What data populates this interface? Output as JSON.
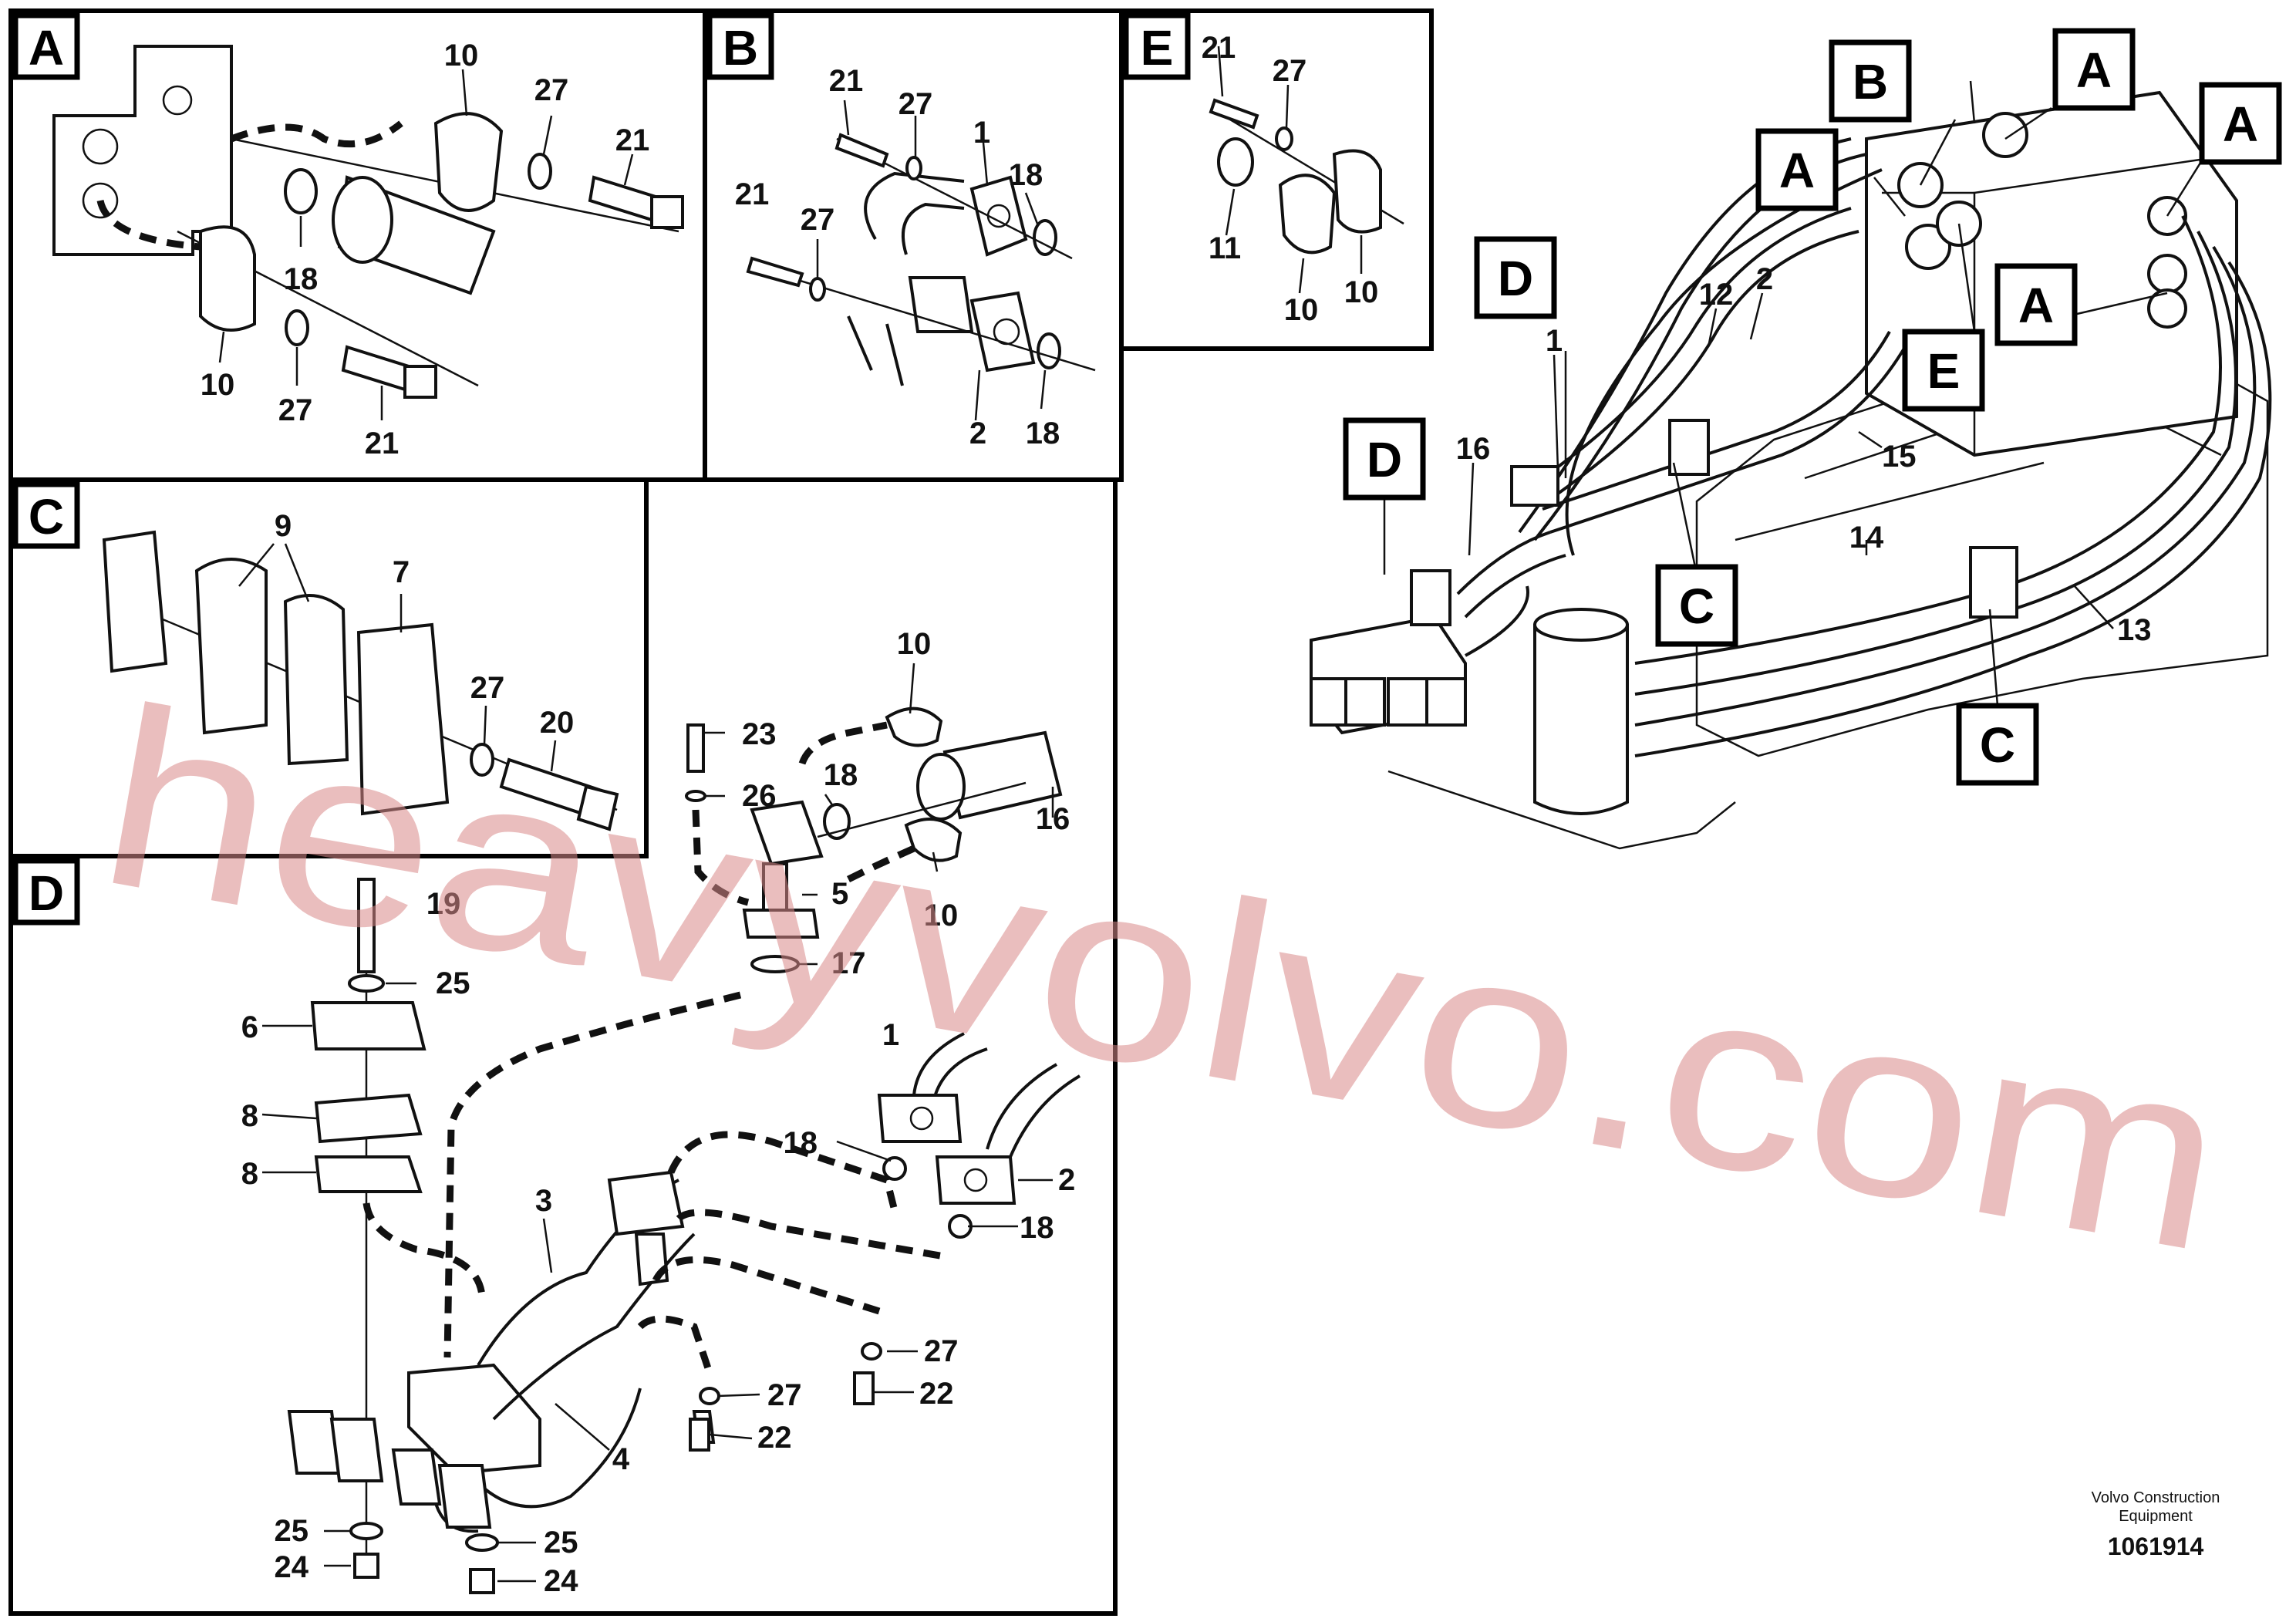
{
  "sections": {
    "A": "A",
    "B": "B",
    "C": "C",
    "D": "D",
    "E": "E"
  },
  "part_numbers": {
    "p1": "1",
    "p2": "2",
    "p3": "3",
    "p4": "4",
    "p5": "5",
    "p6": "6",
    "p7": "7",
    "p8": "8",
    "p9": "9",
    "p10": "10",
    "p11": "11",
    "p12": "12",
    "p13": "13",
    "p14": "14",
    "p15": "15",
    "p16": "16",
    "p17": "17",
    "p18": "18",
    "p19": "19",
    "p20": "20",
    "p21": "21",
    "p22": "22",
    "p23": "23",
    "p24": "24",
    "p25": "25",
    "p26": "26",
    "p27": "27"
  },
  "watermark": "heavyvolvo.com",
  "footer": {
    "company_line1": "Volvo Construction",
    "company_line2": "Equipment",
    "doc_number": "1061914"
  },
  "colors": {
    "line": "#111111",
    "watermark": "#d98a8a",
    "background": "#ffffff"
  }
}
